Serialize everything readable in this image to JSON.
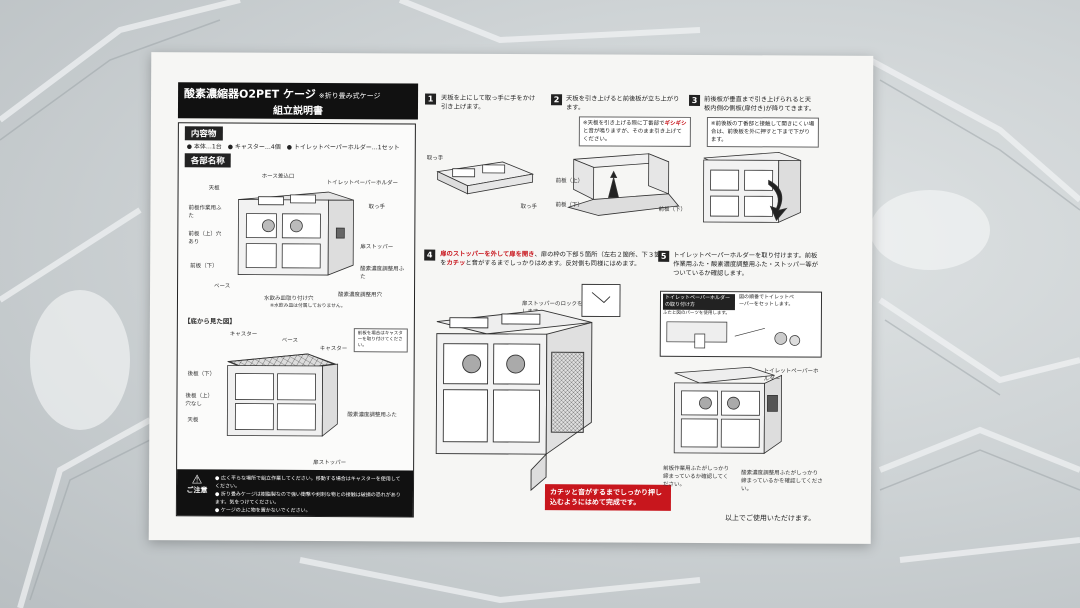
{
  "header": {
    "title": "酸素濃縮器O2PET ケージ",
    "title_note": "※折り畳み式ケージ",
    "subtitle": "組立説明書"
  },
  "contents": {
    "heading": "内容物",
    "line": "● 本体…1台　● キャスター…4個　● トイレットペーパーホルダー…1セット"
  },
  "parts": {
    "heading": "各部名称",
    "labels": [
      "ホース差込口",
      "トイレットペーパーホルダー",
      "天板",
      "前板作業用ふた",
      "取っ手",
      "前板（上）穴あり",
      "扉ストッパー",
      "前板（下）",
      "酸素濃度調整用ふた",
      "ベース",
      "水飲み皿取り付け穴",
      "※水飲み皿は付属しておりません。",
      "酸素濃度調整用穴"
    ]
  },
  "bottom_view": {
    "heading": "【底から見た図】",
    "labels": [
      "キャスター",
      "ベース",
      "キャスター",
      "後板（下）",
      "後板（上）穴なし",
      "天板",
      "扉ストッパー",
      "酸素濃度調整用ふた"
    ],
    "note": "前板を場合はキャスターを取り付けてください。"
  },
  "caution": {
    "heading": "ご注意",
    "items": [
      "● 広く平らな場所で組立作業してください。移動する場合はキャスターを使用してください。",
      "● 折り畳みケージは樹脂製なので強い衝撃や剣刺な物との接触は破損の恐れがあります。気をつけてください。",
      "● ケージの上に物を置かないでください。"
    ]
  },
  "steps": [
    {
      "num": "1",
      "text": "天板を上にして取っ手に手をかけ引き上げます。",
      "labels": [
        "取っ手",
        "取っ手"
      ]
    },
    {
      "num": "2",
      "text": "天板を引き上げると前後板が立ち上がります。",
      "note_pre": "※天板を引き上げる際に丁番部で",
      "note_red": "ギシギシ",
      "note_post": "と音が鳴りますが、そのまま引き上げてください。",
      "labels": [
        "前板（上）",
        "前板（下）",
        "前板（下）"
      ]
    },
    {
      "num": "3",
      "text": "前後板が垂直まで引き上げられると天板内側の側板(扉付き)が降りてきます。",
      "note": "※前後板の丁番部と接触して開きにくい場合は、前後板を外に押すと下まで下がります。"
    },
    {
      "num": "4",
      "text_red1": "扉のストッパーを外して扉を開き",
      "text_mid": "、扉の枠の下部５箇所（左右２箇所、下３箇所）を",
      "text_red2": "カチッ",
      "text_post": "と音がするまでしっかりはめます。反対側も同様にはめます。",
      "label": "扉ストッパーのロックを外します。",
      "red_box": "カチッと音がするまでしっかり押し込むようにはめて完成です。"
    },
    {
      "num": "5",
      "text": "トイレットペーパーホルダーを取り付けます。前板作業用ふた・酸素濃度調整用ふた・ストッパー等がついているか確認します。",
      "sub_head": "トイレットペーパーホルダーの取り付け方",
      "sub_text": "図の順番でトイレットペーパーをセットします。",
      "sub_text2": "ふたと図のパーツを使用します。",
      "labels": [
        "トイレットペーパーホルダー",
        "前板作業用ふたがしっかり締まっているか確認してください。",
        "酸素濃度調整用ふたがしっかり締まっているかを確認してください。"
      ]
    }
  ],
  "closing": "以上でご使用いただけます。"
}
